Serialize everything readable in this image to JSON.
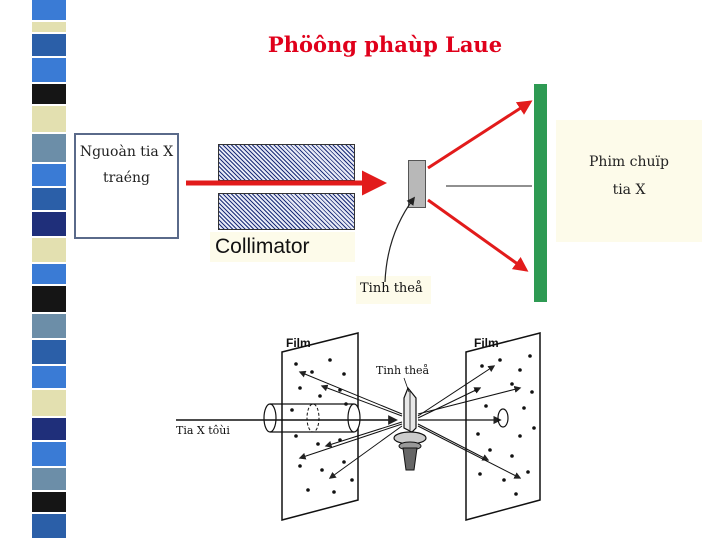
{
  "title": "Phöông phaùp Laue",
  "source_box": {
    "line1": "Nguoàn tia X",
    "line2": "traéng"
  },
  "collimator_label": "Collimator",
  "crystal_label": "Tinh theå",
  "film_box": {
    "line1": "Phim chuïp",
    "line2": "tia X"
  },
  "bottom_figure": {
    "film_left": "Film",
    "film_right": "Film",
    "crystal": "Tinh theå",
    "incident_ray": "Tia X tôùi"
  },
  "colors": {
    "title": "#e0001b",
    "beam": "#e21b1b",
    "film_plate": "#2e9a53",
    "label_bg": "#fdfbea",
    "strip": [
      "#3a7bd5",
      "#2b5fa8",
      "#e3e0b0",
      "#6c8ea8",
      "#1f2f7a",
      "#151515"
    ]
  }
}
